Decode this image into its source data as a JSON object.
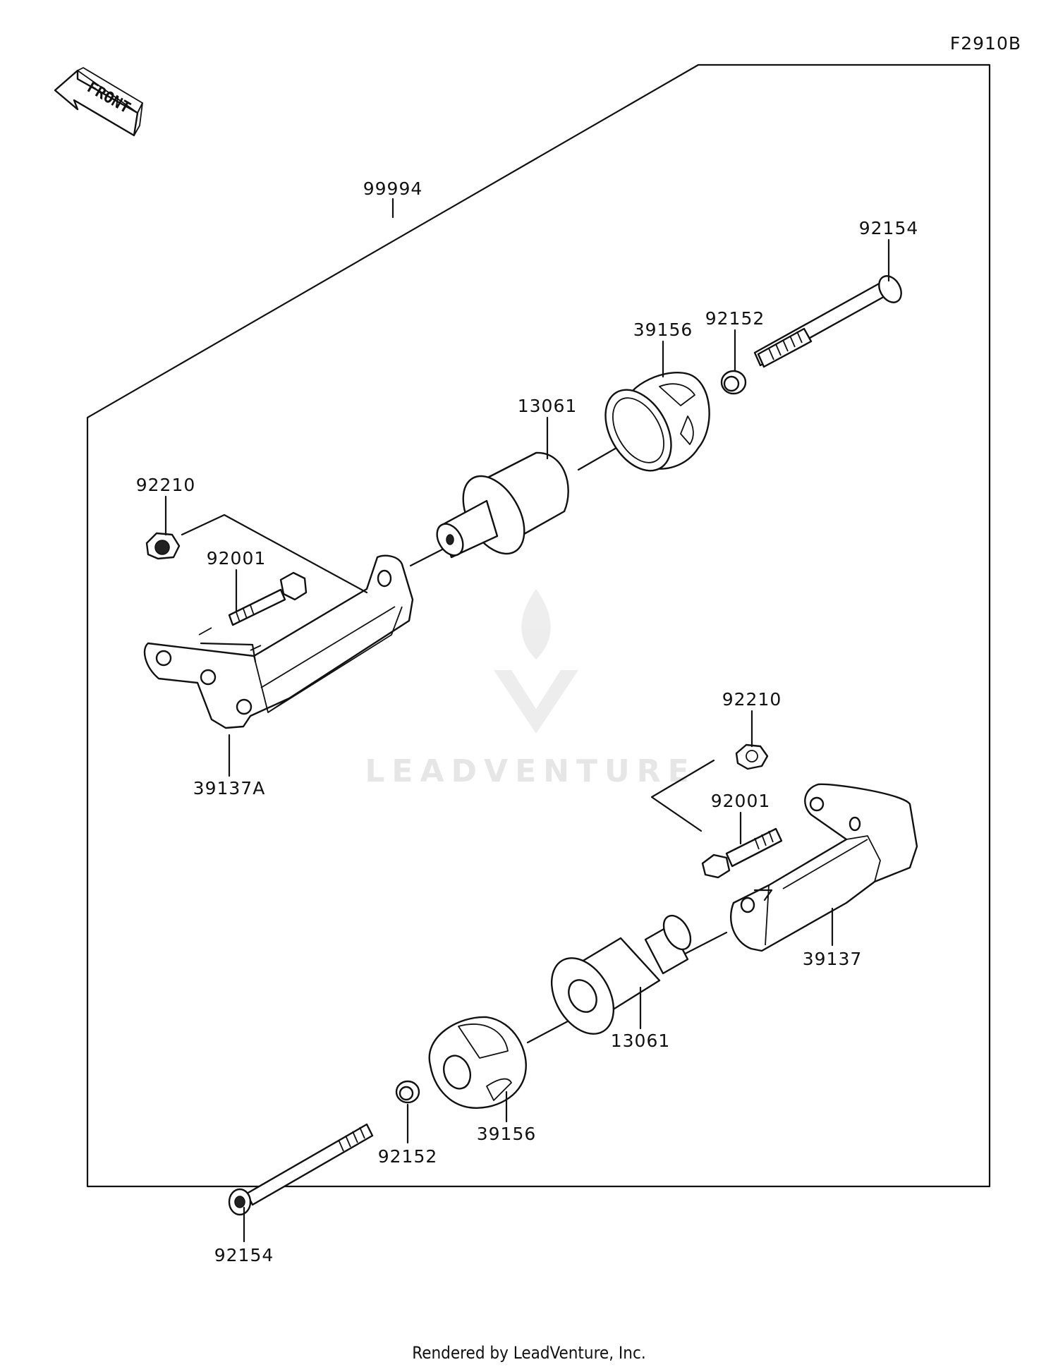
{
  "diagram_code": "F2910B",
  "front_label": "FRONT",
  "watermark": "LEADVENTURE",
  "footer": "Rendered by LeadVenture, Inc.",
  "parts": {
    "kit": "99994",
    "bolt_long_top": "92154",
    "collar_top": "92152",
    "slider_cap_top": "39156",
    "slider_top": "13061",
    "nut_left": "92210",
    "bolt_left": "92001",
    "bracket_left": "39137A",
    "nut_right": "92210",
    "bolt_right": "92001",
    "bracket_right": "39137",
    "slider_bottom": "13061",
    "slider_cap_bottom": "39156",
    "collar_bottom": "92152",
    "bolt_long_bottom": "92154"
  }
}
